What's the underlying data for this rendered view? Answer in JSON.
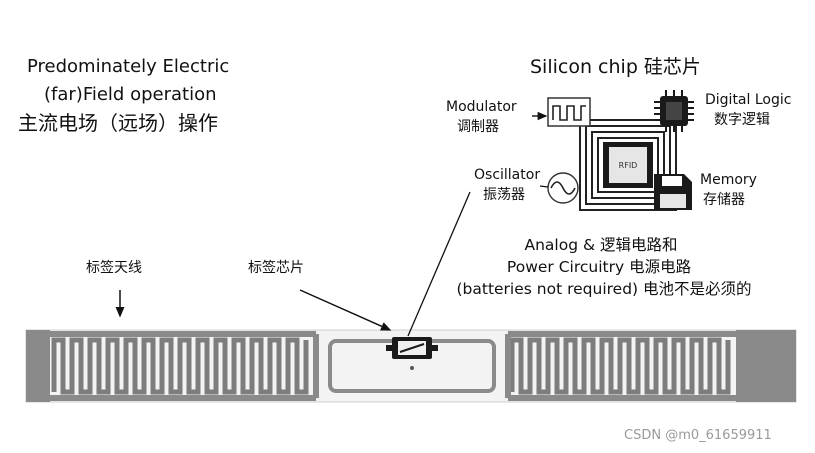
{
  "heading": {
    "line1": "Predominately Electric",
    "line2": "(far)Field operation",
    "line3": "主流电场（远场）操作"
  },
  "chip": {
    "title": "Silicon chip 硅芯片",
    "rfid_label": "RFID",
    "modulator": {
      "en": "Modulator",
      "zh": "调制器"
    },
    "oscillator": {
      "en": "Oscillator",
      "zh": "振荡器"
    },
    "digital_logic": {
      "en": "Digital Logic",
      "zh": "数字逻辑"
    },
    "memory": {
      "en": "Memory",
      "zh": "存储器"
    }
  },
  "analog": {
    "line1": "Analog & 逻辑电路和",
    "line2": "Power Circuitry 电源电路",
    "line3": "(batteries not required) 电池不是必须的"
  },
  "tag": {
    "antenna_label": "标签天线",
    "chip_label": "标签芯片"
  },
  "watermark": "CSDN @m0_61659911",
  "colors": {
    "antenna_fill": "#8a8a8a",
    "antenna_stroke": "#555555",
    "chip_dark": "#1a1a1a"
  }
}
